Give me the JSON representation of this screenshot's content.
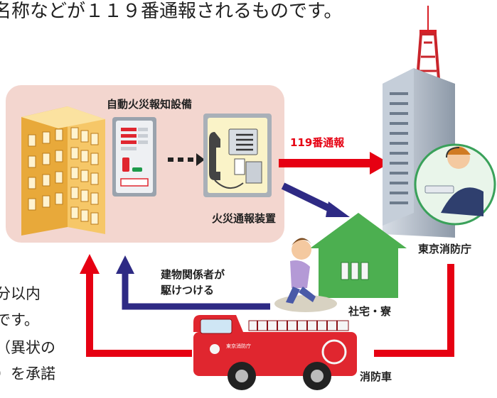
{
  "top_text": "名称などが１１９番通報されるものです。",
  "left_text": [
    "分以内",
    "です。",
    "（異状の",
    "）を承諾"
  ],
  "labels": {
    "auto_fire_alarm": "自動火災報知設備",
    "fire_report_device": "火災通報装置",
    "report_119": "119番通報",
    "tokyo_fire_dept": "東京消防庁",
    "building_staff": [
      "建物関係者が",
      "駆けつける"
    ],
    "company_housing": "社宅・寮",
    "fire_truck": "消防車",
    "truck_door_text": "東京消防庁"
  },
  "colors": {
    "report_arrow": "#e60012",
    "dispatch_arrow": "#e60012",
    "staff_arrow": "#2e2a84",
    "panel_bg": "#f3d6cf",
    "house": "#4caf50",
    "building": "#f2c05a"
  }
}
